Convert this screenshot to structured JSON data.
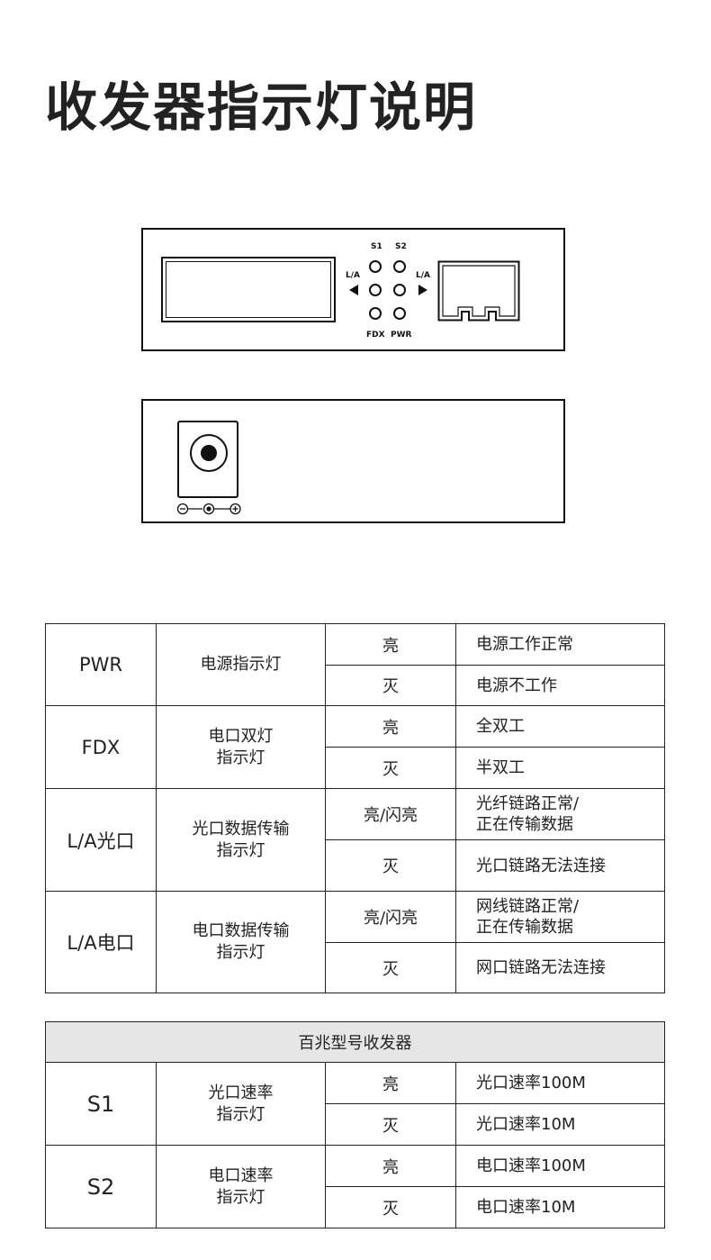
{
  "title": "收发器指示灯说明",
  "front_panel": {
    "led_s1": "S1",
    "led_s2": "S2",
    "la_left": "L/A",
    "la_right": "L/A",
    "fdx": "FDX",
    "pwr": "PWR"
  },
  "indicator_table": [
    {
      "signal": "PWR",
      "desc": [
        "电源指示灯"
      ],
      "states": [
        {
          "state": "亮",
          "meaning": [
            "电源工作正常"
          ]
        },
        {
          "state": "灭",
          "meaning": [
            "电源不工作"
          ]
        }
      ]
    },
    {
      "signal": "FDX",
      "desc": [
        "电口双灯",
        "指示灯"
      ],
      "states": [
        {
          "state": "亮",
          "meaning": [
            "全双工"
          ]
        },
        {
          "state": "灭",
          "meaning": [
            "半双工"
          ]
        }
      ]
    },
    {
      "signal": "L/A光口",
      "desc": [
        "光口数据传输",
        "指示灯"
      ],
      "states": [
        {
          "state": "亮/闪亮",
          "meaning": [
            "光纤链路正常/",
            "正在传输数据"
          ]
        },
        {
          "state": "灭",
          "meaning": [
            "光口链路无法连接"
          ]
        }
      ]
    },
    {
      "signal": "L/A电口",
      "desc": [
        "电口数据传输",
        "指示灯"
      ],
      "states": [
        {
          "state": "亮/闪亮",
          "meaning": [
            "网线链路正常/",
            "正在传输数据"
          ]
        },
        {
          "state": "灭",
          "meaning": [
            "网口链路无法连接"
          ]
        }
      ]
    }
  ],
  "speed_table": {
    "header": "百兆型号收发器",
    "rows": [
      {
        "signal": "S1",
        "desc": [
          "光口速率",
          "指示灯"
        ],
        "states": [
          {
            "state": "亮",
            "meaning": [
              "光口速率100M"
            ]
          },
          {
            "state": "灭",
            "meaning": [
              "光口速率10M"
            ]
          }
        ]
      },
      {
        "signal": "S2",
        "desc": [
          "电口速率",
          "指示灯"
        ],
        "states": [
          {
            "state": "亮",
            "meaning": [
              "电口速率100M"
            ]
          },
          {
            "state": "灭",
            "meaning": [
              "电口速率10M"
            ]
          }
        ]
      }
    ]
  }
}
